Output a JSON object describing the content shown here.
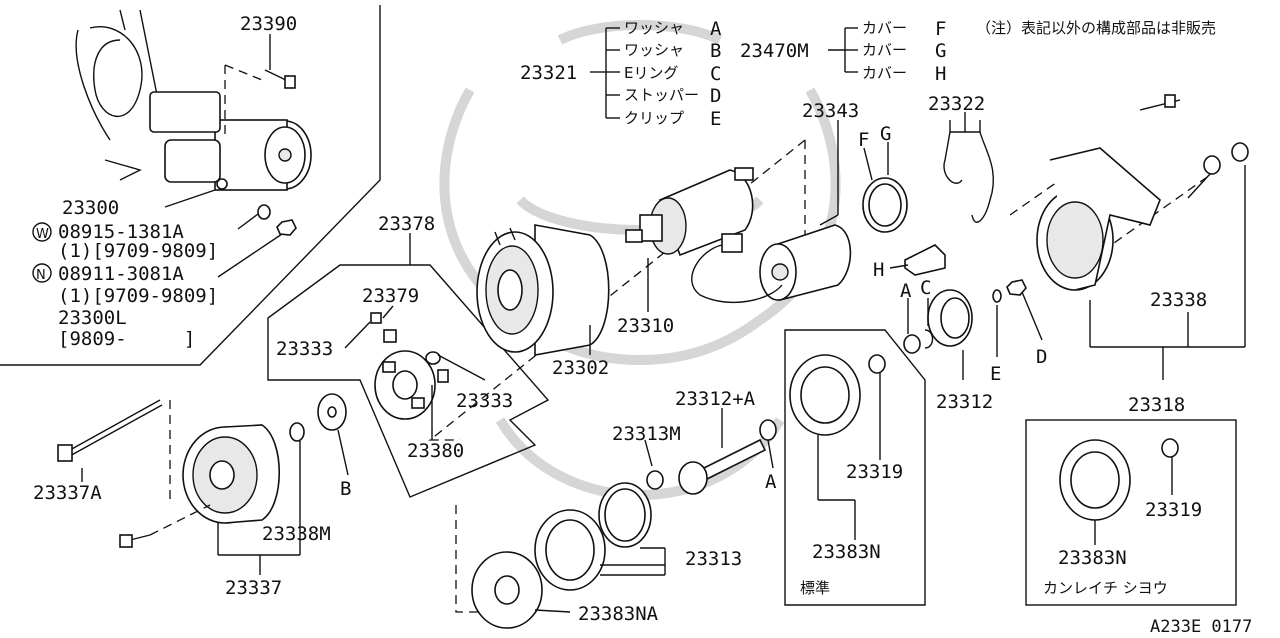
{
  "note": "（注）表記以外の構成部品は非販売",
  "figure_code": "A233E 0177",
  "parts": {
    "p23390": "23390",
    "p23300": "23300",
    "w_part": "08915-1381A",
    "w_date": "(1)[9709-9809]",
    "n_part": "08911-3081A",
    "n_date": "(1)[9709-9809]",
    "p23300L": "23300L",
    "p23300L_date": "[9809-     ]",
    "p23378": "23378",
    "p23379": "23379",
    "p23333a": "23333",
    "p23333b": "23333",
    "p23380": "23380",
    "p23302": "23302",
    "p23310": "23310",
    "p23343": "23343",
    "p23322": "23322",
    "p23321": "23321",
    "p23470M": "23470M",
    "p23338": "23338",
    "p23318": "23318",
    "p23312": "23312",
    "p23312A": "23312+A",
    "p23313M": "23313M",
    "p23313": "23313",
    "p23383NA": "23383NA",
    "p23319a": "23319",
    "p23383Na": "23383N",
    "p23319b": "23319",
    "p23383Nb": "23383N",
    "p23337A": "23337A",
    "p23338M": "23338M",
    "p23337": "23337"
  },
  "circle_marks": {
    "w": "W",
    "n": "N"
  },
  "letters": {
    "A": "A",
    "B": "B",
    "C": "C",
    "D": "D",
    "E": "E",
    "F": "F",
    "G": "G",
    "H": "H",
    "A2": "A",
    "B2": "B"
  },
  "legend_23321": [
    {
      "name": "ワッシャ",
      "code": "A"
    },
    {
      "name": "ワッシャ",
      "code": "B"
    },
    {
      "name": "Eリング",
      "code": "C"
    },
    {
      "name": "ストッパー",
      "code": "D"
    },
    {
      "name": "クリップ",
      "code": "E"
    }
  ],
  "legend_23470M": [
    {
      "name": "カバー",
      "code": "F"
    },
    {
      "name": "カバー",
      "code": "G"
    },
    {
      "name": "カバー",
      "code": "H"
    }
  ],
  "box_standard_label": "標準",
  "box_cold_label": "カンレイチ シヨウ"
}
